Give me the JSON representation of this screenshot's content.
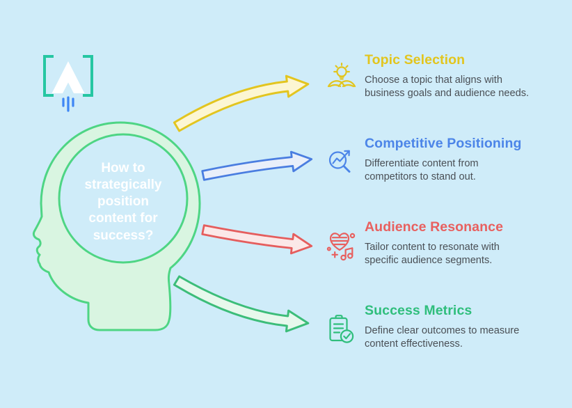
{
  "background_color": "#cfecf9",
  "logo": {
    "icon": "bracket-a-rocket-logo"
  },
  "head": {
    "question": "How to\nstrategically\nposition\ncontent for\nsuccess?",
    "fill_color": "#d9f5e1",
    "outline_color": "#4ed584"
  },
  "items": [
    {
      "title": "Topic Selection",
      "description": "Choose a topic that aligns with\nbusiness goals and audience needs.",
      "color": "#e2c51e",
      "icon": "lightbulb-idea-icon",
      "arrow": "curved-up-arrow"
    },
    {
      "title": "Competitive Positioning",
      "description": "Differentiate content from\ncompetitors to stand out.",
      "color": "#4c85e8",
      "icon": "magnifier-trend-icon",
      "arrow": "slight-up-arrow"
    },
    {
      "title": "Audience Resonance",
      "description": "Tailor content to resonate with\nspecific audience segments.",
      "color": "#e8605f",
      "icon": "heart-music-icon",
      "arrow": "slight-down-arrow"
    },
    {
      "title": "Success Metrics",
      "description": "Define clear outcomes to measure\ncontent effectiveness.",
      "color": "#2fbe7c",
      "icon": "clipboard-check-icon",
      "arrow": "curved-down-arrow"
    }
  ]
}
